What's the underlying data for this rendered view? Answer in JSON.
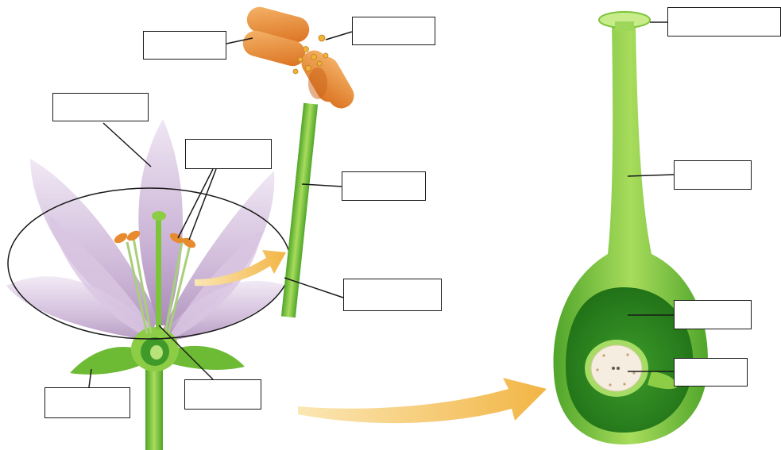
{
  "diagram": {
    "colors": {
      "petal": "#cbb3d6",
      "petal_dark": "#a98bb8",
      "green": "#7cc43a",
      "green_light": "#b6e06a",
      "green_dark": "#2f8a1f",
      "anther": "#e88a2e",
      "pollen": "#f2b23a",
      "arrow": "#f4c25a",
      "line": "#1a1a1a"
    },
    "labels": [
      {
        "id": "anther",
        "text": ""
      },
      {
        "id": "pollen-grain",
        "text": ""
      },
      {
        "id": "petal",
        "text": ""
      },
      {
        "id": "stamens",
        "text": ""
      },
      {
        "id": "filament",
        "text": ""
      },
      {
        "id": "stamen-callout",
        "text": ""
      },
      {
        "id": "ovary",
        "text": ""
      },
      {
        "id": "sepal",
        "text": ""
      },
      {
        "id": "stigma",
        "text": ""
      },
      {
        "id": "style",
        "text": ""
      },
      {
        "id": "ovary-wall",
        "text": ""
      },
      {
        "id": "ovule",
        "text": ""
      }
    ]
  }
}
